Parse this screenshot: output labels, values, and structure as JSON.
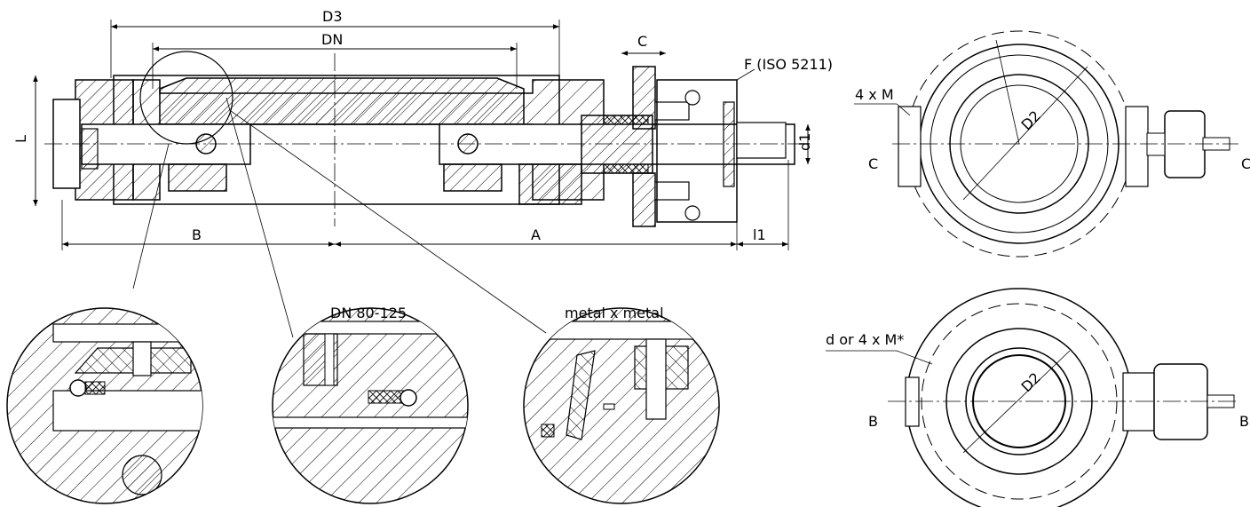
{
  "labels": {
    "d3": "D3",
    "dn": "DN",
    "c_top": "C",
    "f_iso": "F (ISO 5211)",
    "l": "L",
    "d1": "d1",
    "b_dim": "B",
    "a_dim": "A",
    "l1": "l1",
    "dn_range": "DN 80-125",
    "metal_seat": "metal x metal",
    "four_m": "4 x M",
    "d2_top": "D2",
    "c_left": "C",
    "c_right": "C",
    "d_or_m": "d or 4 x M*",
    "d2_bottom": "D2",
    "b_left": "B",
    "b_right": "B"
  }
}
